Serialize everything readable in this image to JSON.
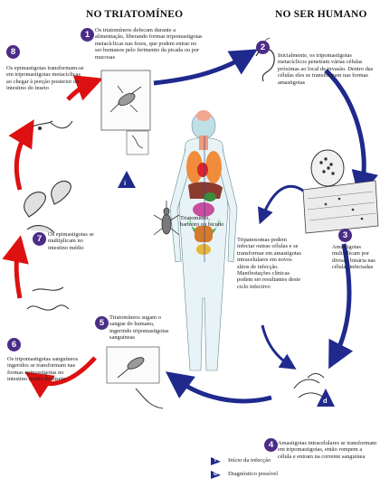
{
  "headers": {
    "left": "NO TRIATOMÍNEO",
    "right": "NO SER HUMANO"
  },
  "steps": [
    {
      "n": "1",
      "text": "Os triatomíneos defecam durante a alimentação, liberando formas tripomastigotas metacíclicas nas fezes, que podem entrar no ser humanos pelo ferimento da picada ou por mucosas"
    },
    {
      "n": "2",
      "text": "Inicialmente, os tripomastigotas metacíclicos penetram várias células próximas ao local de invasão. Dentro das células eles se transformam nas formas amastigotas"
    },
    {
      "n": "3",
      "text": "Amastigotas multiplicam por divisão binária nas células infectadas"
    },
    {
      "n": "4",
      "text": "Amastigotas intracelulares se transformam em tripomastigotas, então rompem a célula e entram na corrente sanguínea"
    },
    {
      "n": "5",
      "text": "Triatomíneos sugam o sangue do humano, ingerindo tripomastigotas sanguíneas"
    },
    {
      "n": "6",
      "text": "Os tripomastigotas sanguíneos ingeridos se transformam nas formas epimastigotas no intestino médio do inseto"
    },
    {
      "n": "7",
      "text": "Os epimastigotas se multiplicam no intestino médio"
    },
    {
      "n": "8",
      "text": "Os epimastigotas transformam-se em tripomastigotas metacíclicas ao chegar à porção posterior do intestino do inseto"
    }
  ],
  "center_text": "Tripanosomas podem infectar outras células e se transformar em amastigotas intracelulares em novos sítios de infecção. Manifestações clínicas podem ser resultantes deste ciclo infectivo",
  "bug_label": "Triatomíneo, barbeiro ou bicudo",
  "legend": [
    {
      "marker": "i",
      "label": "Início da infecção"
    },
    {
      "marker": "d",
      "label": "Diagnóstico possível"
    }
  ],
  "colors": {
    "blue_arrow": "#1f2a8c",
    "red_arrow": "#dd1111",
    "step_badge": "#4b2d86",
    "marker": "#1f2a8c"
  }
}
